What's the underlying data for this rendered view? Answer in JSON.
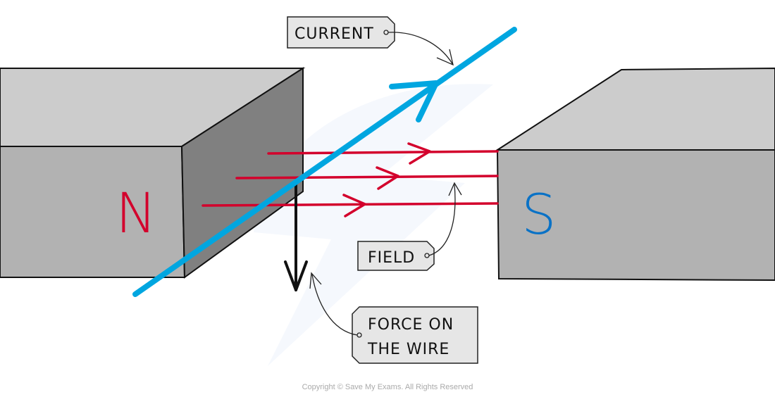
{
  "diagram": {
    "title": "Force on a current-carrying wire in a magnetic field",
    "labels": {
      "current": "CURRENT",
      "field": "FIELD",
      "force_line1": "FORCE  ON",
      "force_line2": "THE  WIRE"
    },
    "poles": {
      "north": "N",
      "south": "S"
    },
    "colors": {
      "north_pole": "#d3002c",
      "south_pole": "#0a72c6",
      "field_lines": "#d3002c",
      "wire": "#00a6e0",
      "force_arrow": "#111111",
      "magnet_top": "#cccccc",
      "magnet_front": "#b2b2b2",
      "magnet_side": "#808080",
      "tag_fill": "#e6e6e6"
    },
    "field_line_count": 3
  },
  "footer": {
    "copyright": "Copyright © Save My Exams. All Rights Reserved"
  }
}
